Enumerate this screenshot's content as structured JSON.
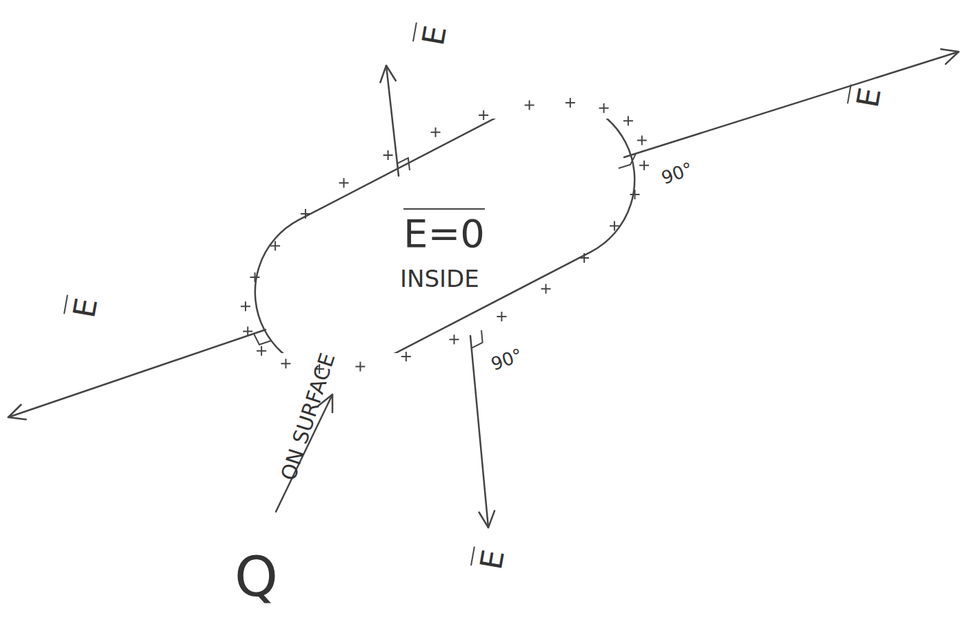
{
  "diagram": {
    "nodes": [
      {
        "text": [
          "E=0",
          "INSIDE"
        ]
      }
    ],
    "labels": [
      "E",
      "E",
      "E",
      "E",
      "90°",
      "90°",
      "Q",
      "ON SURFACE"
    ]
  }
}
